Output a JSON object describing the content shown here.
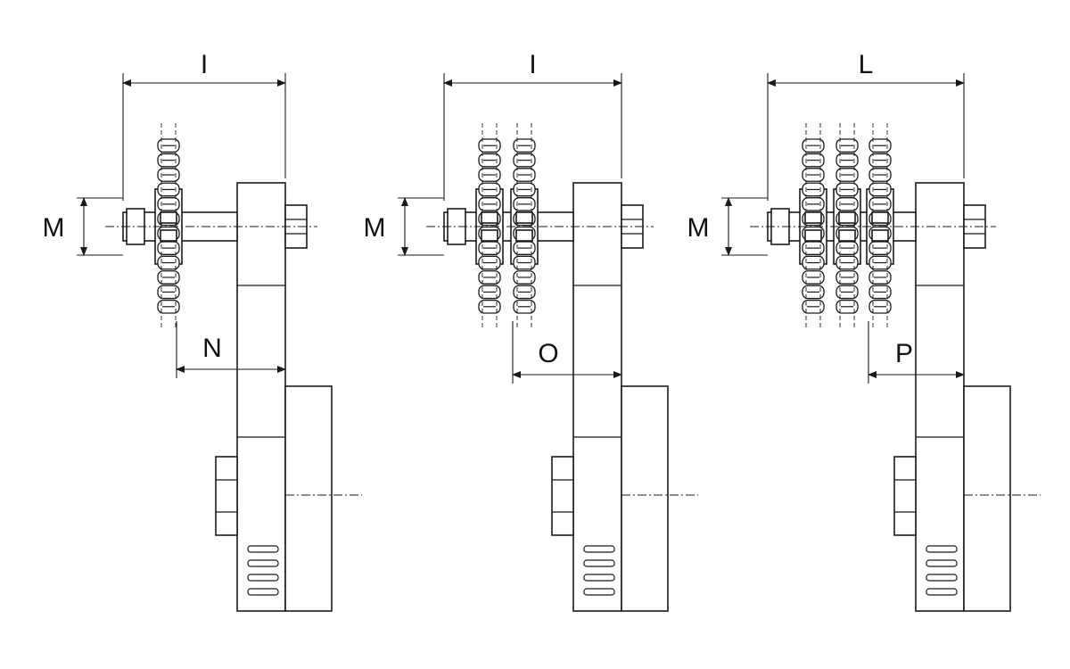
{
  "diagram": {
    "views": [
      {
        "name": "single",
        "sprockets": 1,
        "labels": {
          "width": "I",
          "shaft": "M",
          "offset": "N"
        }
      },
      {
        "name": "double",
        "sprockets": 2,
        "labels": {
          "width": "I",
          "shaft": "M",
          "offset": "O"
        }
      },
      {
        "name": "triple",
        "sprockets": 3,
        "labels": {
          "width": "L",
          "shaft": "M",
          "offset": "P"
        }
      }
    ],
    "colors": {
      "line": "#1a1a1a",
      "background": "#ffffff"
    }
  }
}
